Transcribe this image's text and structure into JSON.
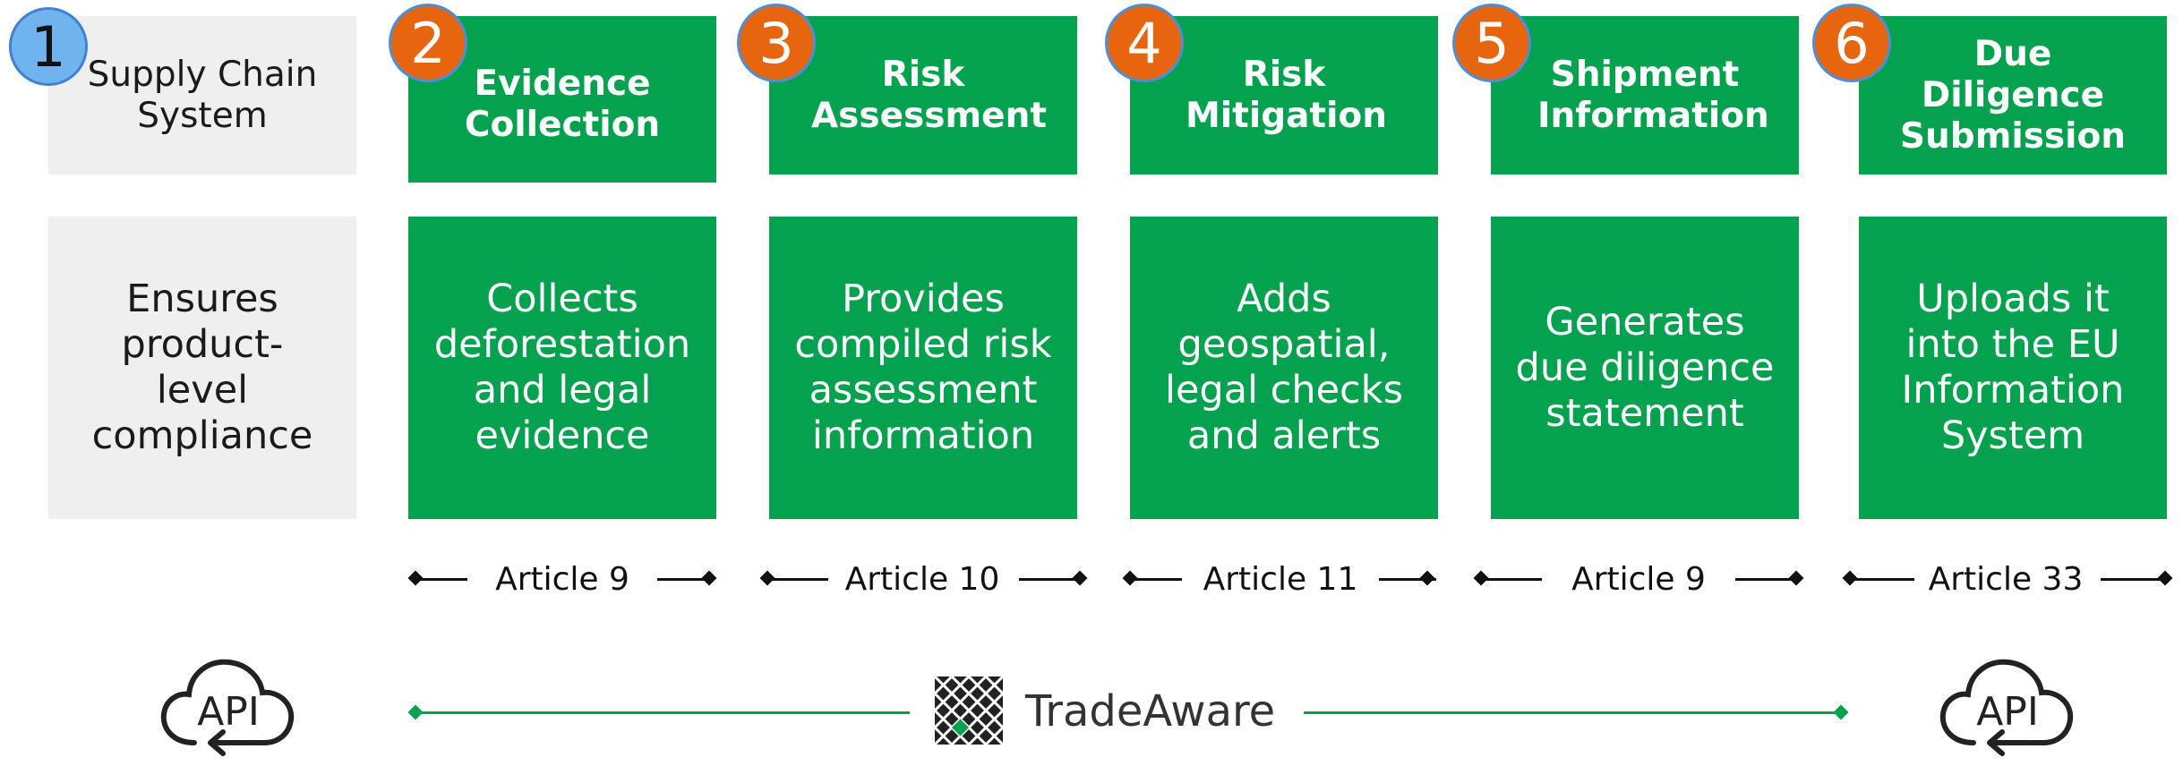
{
  "steps": [
    {
      "number": "1",
      "title": "Supply Chain System",
      "description": "Ensures product-level compliance"
    },
    {
      "number": "2",
      "title": "Evidence Collection",
      "description": "Collects deforestation and legal evidence",
      "article": "Article 9"
    },
    {
      "number": "3",
      "title": "Risk Assessment",
      "description": "Provides compiled risk assessment information",
      "article": "Article 10"
    },
    {
      "number": "4",
      "title": "Risk Mitigation",
      "description": "Adds geospatial, legal checks and alerts",
      "article": "Article 11"
    },
    {
      "number": "5",
      "title": "Shipment Information",
      "description": "Generates due diligence statement",
      "article": "Article 9"
    },
    {
      "number": "6",
      "title": "Due Diligence Submission",
      "description": "Uploads it into the EU Information System",
      "article": "Article 33"
    }
  ],
  "brand": {
    "name": "TradeAware",
    "icon": "lattice-logo-icon"
  },
  "api": {
    "label": "API",
    "icon": "cloud-api-icon"
  },
  "colors": {
    "green": "#04a24f",
    "grey": "#efefef",
    "orange": "#e8650f",
    "blue": "#6fb3ef"
  }
}
